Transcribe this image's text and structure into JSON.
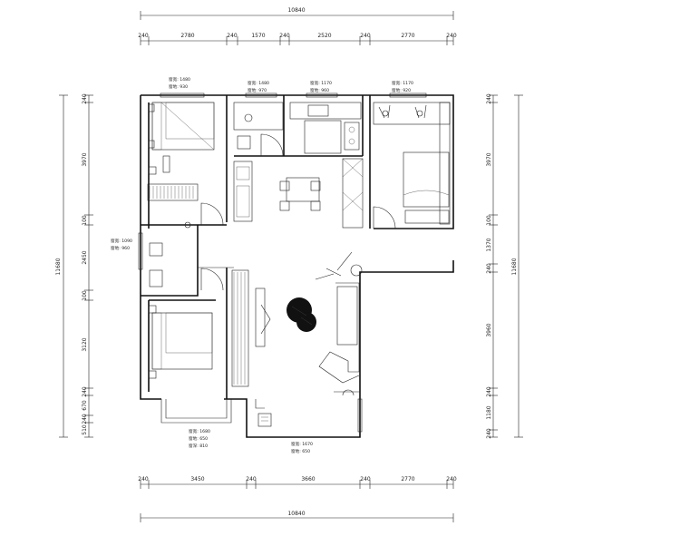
{
  "dimensions": {
    "overall_width": "10840",
    "overall_height": "11680",
    "top_segments": [
      "240",
      "2780",
      "240",
      "1570",
      "240",
      "2520",
      "240",
      "2770",
      "240"
    ],
    "bottom_segments": [
      "240",
      "3450",
      "240",
      "3660",
      "240",
      "2770",
      "240"
    ],
    "left_segments": [
      "240",
      "3970",
      "100",
      "2450",
      "100",
      "3120",
      "240",
      "670",
      "240",
      "510"
    ],
    "right_segments": [
      "240",
      "3970",
      "100",
      "1370",
      "240",
      "3960",
      "240",
      "1180",
      "240"
    ]
  },
  "window_notes": [
    {
      "w_label": "窗宽:",
      "w_value": "1480",
      "h_label": "窗地:",
      "h_value": "930"
    },
    {
      "w_label": "窗宽:",
      "w_value": "1480",
      "h_label": "窗地:",
      "h_value": "970"
    },
    {
      "w_label": "窗宽:",
      "w_value": "1170",
      "h_label": "窗地:",
      "h_value": "960"
    },
    {
      "w_label": "窗宽:",
      "w_value": "1170",
      "h_label": "窗地:",
      "h_value": "920"
    },
    {
      "w_label": "窗宽:",
      "w_value": "1090",
      "h_label": "窗地:",
      "h_value": "960"
    },
    {
      "w_label": "窗宽:",
      "w_value": "1680",
      "h_label": "窗地:",
      "h_value": "650",
      "d_label": "窗深:",
      "d_value": "810"
    },
    {
      "w_label": "窗宽:",
      "w_value": "1670",
      "h_label": "窗地:",
      "h_value": "650"
    }
  ]
}
